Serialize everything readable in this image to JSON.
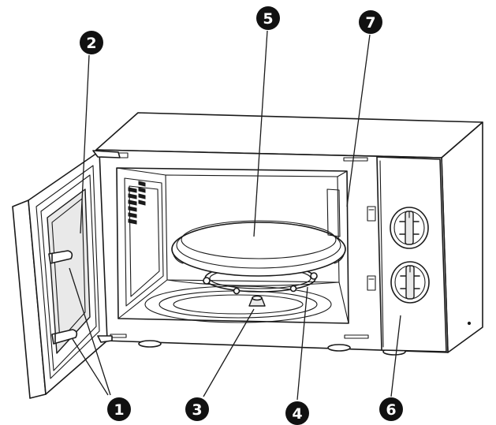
{
  "callouts": [
    {
      "id": "door-latch-hooks",
      "label": "1"
    },
    {
      "id": "door-window",
      "label": "2"
    },
    {
      "id": "turntable-coupler",
      "label": "3"
    },
    {
      "id": "roller-ring",
      "label": "4"
    },
    {
      "id": "glass-tray",
      "label": "5"
    },
    {
      "id": "control-panel",
      "label": "6"
    },
    {
      "id": "waveguide-cover",
      "label": "7"
    }
  ]
}
